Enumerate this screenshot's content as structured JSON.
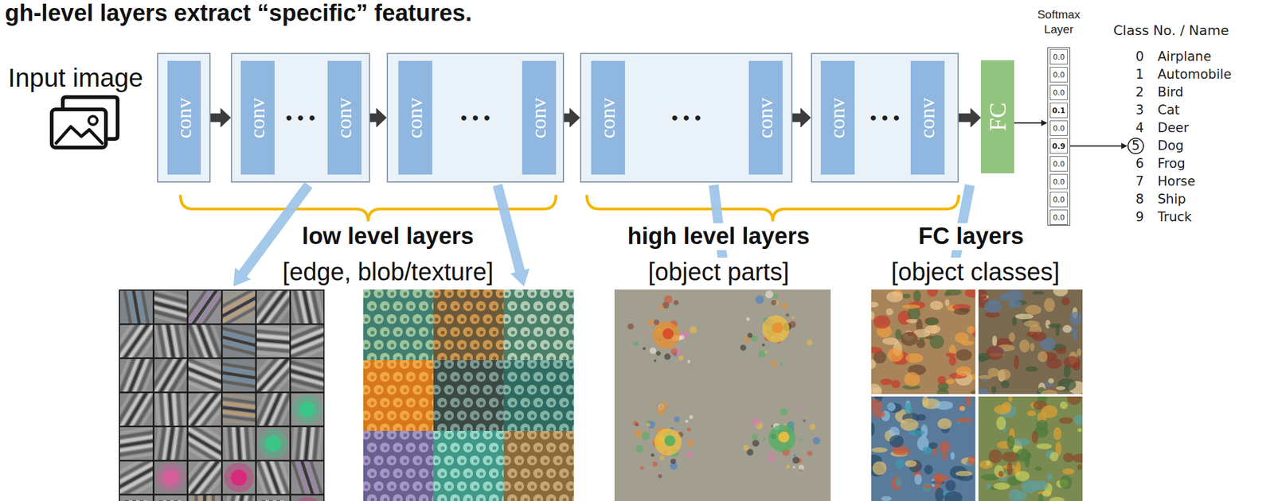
{
  "diagram": {
    "title": "gh-level layers extract “specific” features.",
    "nodes": [
      {
        "text": [
          "conv"
        ]
      },
      {
        "text": [
          "• • •"
        ]
      },
      {
        "text": [
          "conv"
        ],
        "in": 1
      },
      {
        "text": [
          "conv"
        ],
        "in": 1
      },
      {
        "text": [
          "• • •"
        ]
      },
      {
        "text": [
          "conv"
        ],
        "in": 4
      },
      {
        "text": [
          "conv"
        ],
        "in": 4
      },
      {
        "text": [
          "• • •"
        ]
      },
      {
        "text": [
          "conv"
        ],
        "in": 7
      },
      {
        "text": [
          "conv"
        ],
        "in": 7
      },
      {
        "text": [
          "• • •"
        ]
      },
      {
        "text": [
          "conv"
        ],
        "in": 10
      },
      {
        "text": [
          "conv"
        ],
        "in": 10
      },
      {
        "text": [
          "FC"
        ]
      },
      {
        "text": [
          "Softmax Layer"
        ]
      },
      {
        "text": [
          "0.0"
        ],
        "in": 14
      },
      {
        "text": [
          "0.0"
        ],
        "in": 14
      },
      {
        "text": [
          "0.0"
        ],
        "in": 14
      },
      {
        "text": [
          "0.1"
        ],
        "in": 14
      },
      {
        "text": [
          "0.0"
        ],
        "in": 14
      },
      {
        "text": [
          "0.9"
        ],
        "in": 14
      },
      {
        "text": [
          "0.0"
        ],
        "in": 14
      },
      {
        "text": [
          "0.0"
        ],
        "in": 14
      },
      {
        "text": [
          "0.0"
        ],
        "in": 14
      },
      {
        "text": [
          "0.0"
        ],
        "in": 14
      },
      {
        "text": [
          "5"
        ]
      }
    ],
    "edges": [
      {
        "from": 0,
        "to": 1,
        "arrow": "to"
      },
      {
        "from": 1,
        "to": 4,
        "arrow": "to"
      },
      {
        "from": 4,
        "to": 7,
        "arrow": "to"
      },
      {
        "from": 7,
        "to": 10,
        "arrow": "to"
      },
      {
        "from": 10,
        "to": 13,
        "arrow": "to"
      },
      {
        "from": 13,
        "to": 14,
        "arrow": "to"
      },
      {
        "from": 20,
        "to": 25,
        "arrow": "to"
      }
    ],
    "labels": [
      "Input image",
      "low level layers",
      "[edge, blob/texture]",
      "high level layers",
      "[object parts]",
      "FC layers",
      "[object classes]",
      "Class No. / Name",
      "0",
      "Airplane",
      "1",
      "Automobile",
      "2",
      "Bird",
      "3",
      "Cat",
      "4",
      "Deer",
      "Dog",
      "6",
      "Frog",
      "7",
      "Horse",
      "8",
      "Ship",
      "9",
      "Truck"
    ]
  }
}
